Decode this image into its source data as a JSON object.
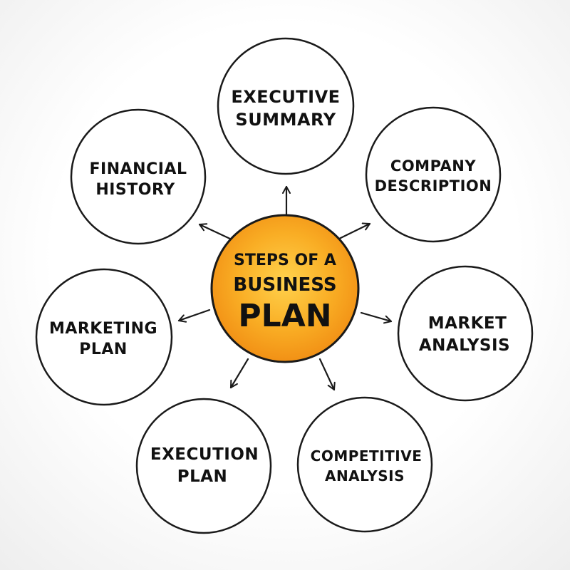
{
  "center": {
    "line1": "STEPS OF A",
    "line2": "BUSINESS",
    "line3": "PLAN",
    "color": "#f7a21b"
  },
  "nodes": [
    {
      "line1": "EXECUTIVE",
      "line2": "SUMMARY"
    },
    {
      "line1": "COMPANY",
      "line2": "DESCRIPTION"
    },
    {
      "line1": "MARKET",
      "line2": "ANALYSIS"
    },
    {
      "line1": "COMPETITIVE",
      "line2": "ANALYSIS"
    },
    {
      "line1": "EXECUTION",
      "line2": "PLAN"
    },
    {
      "line1": "MARKETING",
      "line2": "PLAN"
    },
    {
      "line1": "FINANCIAL",
      "line2": "HISTORY"
    }
  ],
  "colors": {
    "stroke": "#1a1a1a",
    "center_fill": "#f7a21b"
  }
}
